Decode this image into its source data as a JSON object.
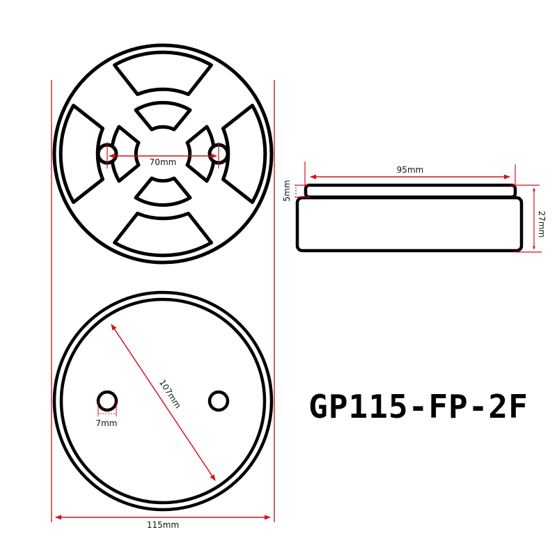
{
  "drawing": {
    "part_number": "GP115-FP-2F",
    "colors": {
      "outline": "#000000",
      "dimension": "#d0121b",
      "background": "#ffffff"
    },
    "top_view": {
      "hole_spacing_label": "70mm"
    },
    "side_view": {
      "width_label": "95mm",
      "cap_height_label": "5mm",
      "total_height_label": "27mm"
    },
    "bottom_view": {
      "diagonal_label": "107mm",
      "hole_diameter_label": "7mm",
      "overall_diameter_label": "115mm"
    }
  }
}
